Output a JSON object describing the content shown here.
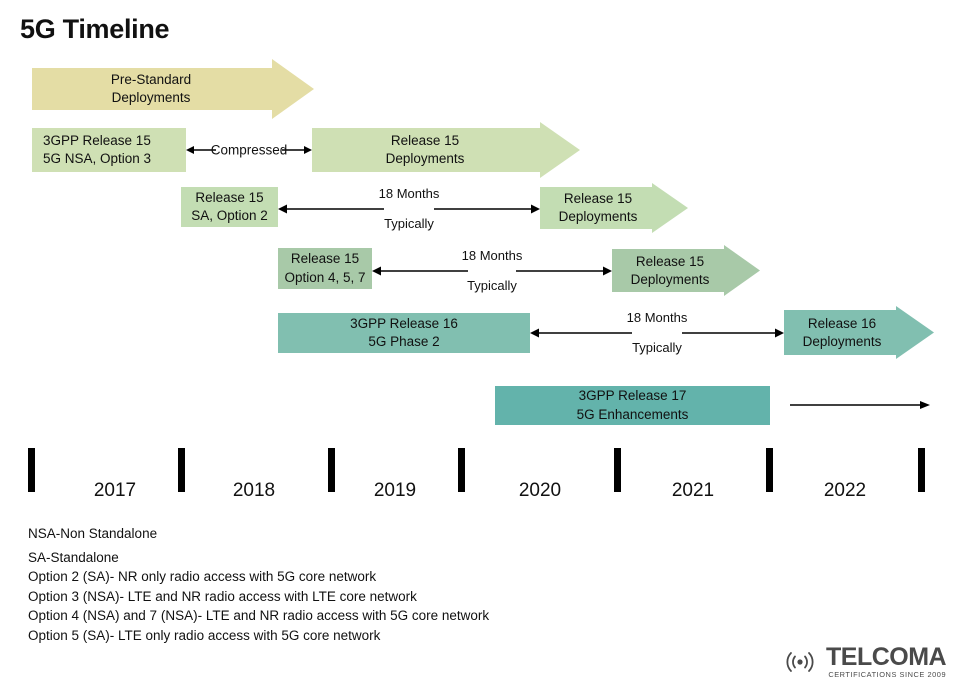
{
  "page": {
    "title": "5G Timeline",
    "background": "#ffffff"
  },
  "colors": {
    "prestandard": "#e4dda5",
    "release15_light": "#cfe0b4",
    "release15_mid": "#c3ddb3",
    "release15_sage": "#a8c9a8",
    "release16_teal": "#81bfb0",
    "release17_teal": "#63b3ab",
    "text": "#111111",
    "rule": "#000000",
    "logo": "#4a4a4a"
  },
  "rows": [
    {
      "id": "pre-standard",
      "kind": "arrow",
      "label_line1": "Pre-Standard",
      "label_line2": "Deployments",
      "color": "#e4dda5"
    },
    {
      "id": "release15-nsa",
      "left_block": {
        "line1": "3GPP Release 15",
        "line2": "5G NSA, Option 3",
        "color": "#cfe0b4"
      },
      "connector": {
        "line1": "Compressed",
        "line2": ""
      },
      "right_arrow": {
        "line1": "Release 15",
        "line2": "Deployments",
        "color": "#cfe0b4"
      }
    },
    {
      "id": "release15-sa",
      "left_block": {
        "line1": "Release 15",
        "line2": "SA, Option 2",
        "color": "#c3ddb3"
      },
      "connector": {
        "line1": "18 Months",
        "line2": "Typically"
      },
      "right_arrow": {
        "line1": "Release 15",
        "line2": "Deployments",
        "color": "#c3ddb3"
      }
    },
    {
      "id": "release15-options",
      "left_block": {
        "line1": "Release 15",
        "line2": "Option 4, 5, 7",
        "color": "#a8c9a8"
      },
      "connector": {
        "line1": "18 Months",
        "line2": "Typically"
      },
      "right_arrow": {
        "line1": "Release 15",
        "line2": "Deployments",
        "color": "#a8c9a8"
      }
    },
    {
      "id": "release16",
      "left_block": {
        "line1": "3GPP Release 16",
        "line2": "5G Phase 2",
        "color": "#81bfb0"
      },
      "connector": {
        "line1": "18 Months",
        "line2": "Typically"
      },
      "right_arrow": {
        "line1": "Release 16",
        "line2": "Deployments",
        "color": "#81bfb0"
      }
    },
    {
      "id": "release17",
      "left_block": {
        "line1": "3GPP Release 17",
        "line2": "5G Enhancements",
        "color": "#63b3ab"
      },
      "connector": {
        "line1": "",
        "line2": ""
      }
    }
  ],
  "timeline": {
    "years": [
      "2017",
      "2018",
      "2019",
      "2020",
      "2021",
      "2022"
    ],
    "tick_count": 7
  },
  "legend": [
    "NSA-Non Standalone",
    "SA-Standalone",
    "Option 2 (SA)- NR only radio access with 5G core network",
    "Option 3 (NSA)- LTE and NR radio access with LTE core network",
    "Option 4 (NSA) and 7 (NSA)- LTE and NR radio access with 5G core network",
    "Option 5 (SA)- LTE only radio access with 5G core network"
  ],
  "logo": {
    "name": "TELCOMA",
    "tagline": "CERTIFICATIONS SINCE 2009"
  }
}
